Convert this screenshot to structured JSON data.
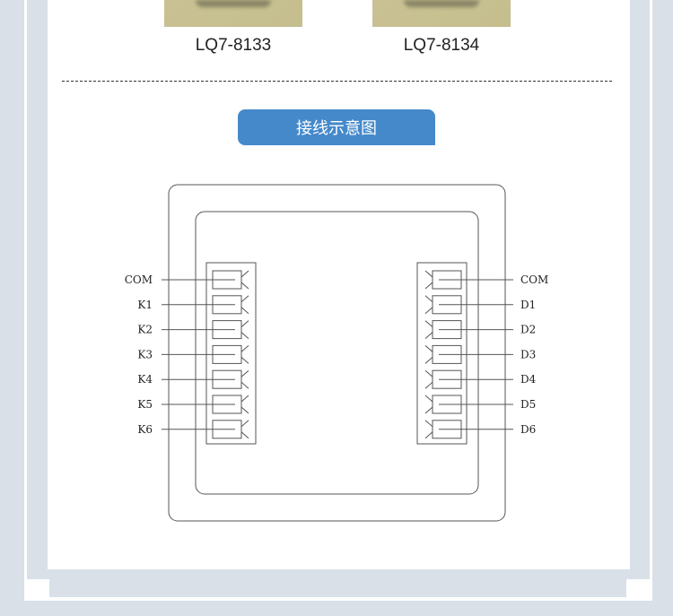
{
  "products": [
    {
      "model": "LQ7-8133"
    },
    {
      "model": "LQ7-8134"
    }
  ],
  "section_title": "接线示意图",
  "diagram": {
    "left_terminals": [
      "COM",
      "K1",
      "K2",
      "K3",
      "K4",
      "K5",
      "K6"
    ],
    "right_terminals": [
      "COM",
      "D1",
      "D2",
      "D3",
      "D4",
      "D5",
      "D6"
    ]
  }
}
